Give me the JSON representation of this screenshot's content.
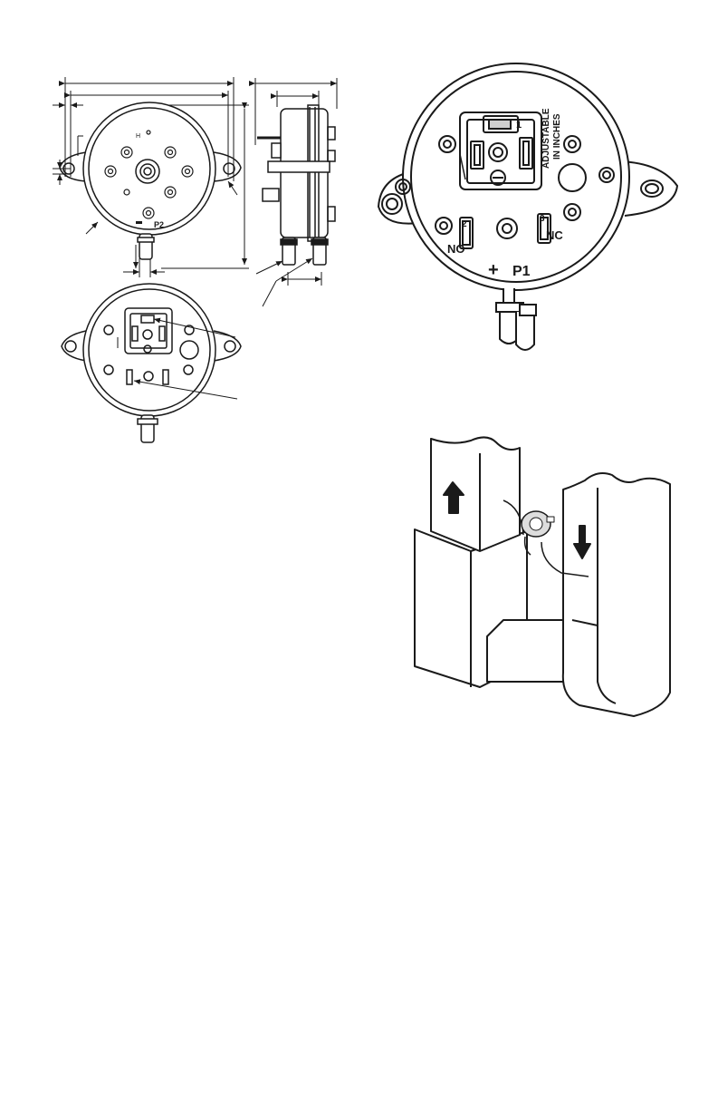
{
  "front_view": {
    "top_mark": "H",
    "port_label": "P2"
  },
  "terminal_view": {
    "terminal_1": "1",
    "terminal_2": "2",
    "terminal_3": "3",
    "label_no": "NO",
    "label_nc": "NC",
    "port_label": "P1",
    "port_sign": "+",
    "side_text_1": "ADJUSTABLE",
    "side_text_2": "IN INCHES"
  },
  "colors": {
    "line": "#1a1a1a",
    "fill": "#ffffff",
    "shade": "#cfcfcf"
  }
}
